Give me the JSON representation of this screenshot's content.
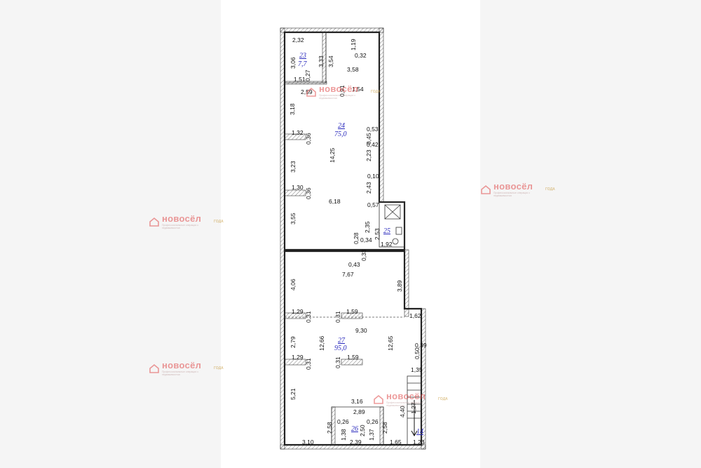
{
  "plan": {
    "rooms": [
      {
        "id": "23",
        "area": "7,7"
      },
      {
        "id": "24",
        "area": "75,0"
      },
      {
        "id": "25",
        "area": ""
      },
      {
        "id": "27",
        "area": "95,0"
      },
      {
        "id": "26",
        "area": ""
      },
      {
        "id": "14",
        "area": ""
      }
    ],
    "dims": [
      "2,32",
      "1,19",
      "3,06",
      "3,33",
      "3,54",
      "0,32",
      "3,58",
      "1,51",
      "0,27",
      "2,59",
      "0,91",
      "1,54",
      "3,18",
      "0,53",
      "1,32",
      "0,36",
      "14,25",
      "0,45",
      "0,42",
      "2,23",
      "3,23",
      "0,10",
      "1,30",
      "0,36",
      "2,43",
      "6,18",
      "0,57",
      "3,55",
      "2,35",
      "2,53",
      "0,28",
      "0,34",
      "1,92",
      "0,43",
      "0,33",
      "7,67",
      "4,06",
      "3,89",
      "1,29",
      "0,31",
      "1,59",
      "0,31",
      "1,62",
      "9,30",
      "2,79",
      "12,66",
      "12,65",
      "0,39",
      "0,50",
      "1,29",
      "0,31",
      "0,31",
      "1,59",
      "1,35",
      "5,21",
      "3,16",
      "4,40",
      "2,89",
      "1,27",
      "2,58",
      "0,26",
      "0,26",
      "2,50",
      "2,58",
      "1,38",
      "1,37",
      "3,10",
      "2,39",
      "1,65",
      "1,23"
    ]
  },
  "watermark": {
    "name": "новосёл",
    "tagline": "Профессиональные операции с недвижимостью",
    "badge": "ГОДА"
  }
}
